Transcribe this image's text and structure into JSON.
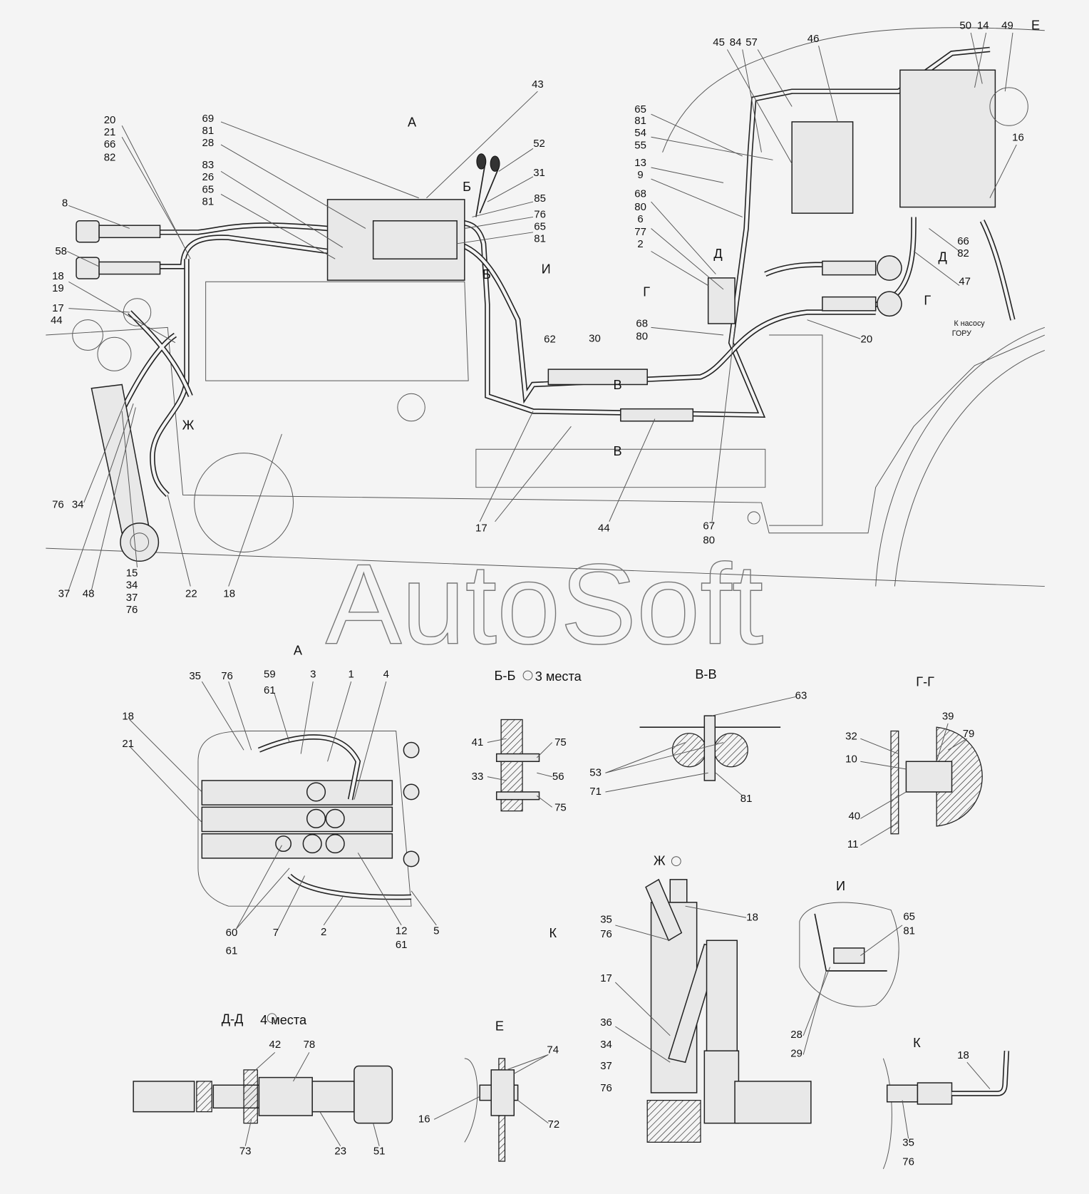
{
  "watermark": "AutoSoft",
  "pump_note": [
    "К насосу",
    "ГОРУ"
  ],
  "section_titles": [
    "А",
    "Б-Б",
    "3 места",
    "В-В",
    "Г-Г",
    "Ж",
    "И",
    "К",
    "Д-Д",
    "4 места",
    "Е",
    "К"
  ],
  "view_marks": [
    "А",
    "Б",
    "Б",
    "И",
    "Ж",
    "В",
    "В",
    "Д",
    "Г",
    "Д",
    "Г",
    "Е"
  ],
  "labels": [
    "43",
    "52",
    "31",
    "85",
    "76",
    "65",
    "81",
    "69",
    "81",
    "28",
    "83",
    "26",
    "65",
    "81",
    "20",
    "21",
    "66",
    "82",
    "8",
    "58",
    "18",
    "19",
    "17",
    "44",
    "76",
    "34",
    "15",
    "34",
    "37",
    "76",
    "37",
    "48",
    "22",
    "18",
    "62",
    "30",
    "17",
    "44",
    "67",
    "80",
    "45",
    "84",
    "57",
    "46",
    "50",
    "14",
    "49",
    "16",
    "65",
    "81",
    "54",
    "55",
    "13",
    "9",
    "68",
    "80",
    "6",
    "77",
    "2",
    "68",
    "80",
    "20",
    "66",
    "82",
    "47",
    "35",
    "76",
    "59",
    "61",
    "3",
    "1",
    "4",
    "18",
    "21",
    "60",
    "61",
    "7",
    "2",
    "12",
    "61",
    "5",
    "41",
    "33",
    "75",
    "56",
    "75",
    "63",
    "53",
    "71",
    "81",
    "39",
    "79",
    "32",
    "10",
    "40",
    "11",
    "18",
    "35",
    "76",
    "17",
    "36",
    "34",
    "37",
    "76",
    "65",
    "81",
    "28",
    "29",
    "18",
    "35",
    "76",
    "42",
    "78",
    "73",
    "23",
    "51",
    "74",
    "16",
    "72"
  ]
}
